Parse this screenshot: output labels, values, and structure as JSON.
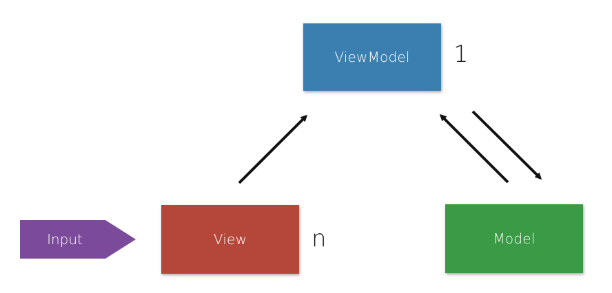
{
  "nodes": {
    "viewmodel": {
      "label": "ViewModel",
      "multiplicity": "1",
      "color": "#3a7fb0"
    },
    "view": {
      "label": "View",
      "multiplicity": "n",
      "color": "#b5473a"
    },
    "model": {
      "label": "Model",
      "color": "#3a9a45"
    },
    "input": {
      "label": "Input",
      "color": "#7b4a9a"
    }
  },
  "edges": [
    {
      "from": "view",
      "to": "viewmodel"
    },
    {
      "from": "model",
      "to": "viewmodel"
    },
    {
      "from": "viewmodel",
      "to": "model"
    }
  ]
}
